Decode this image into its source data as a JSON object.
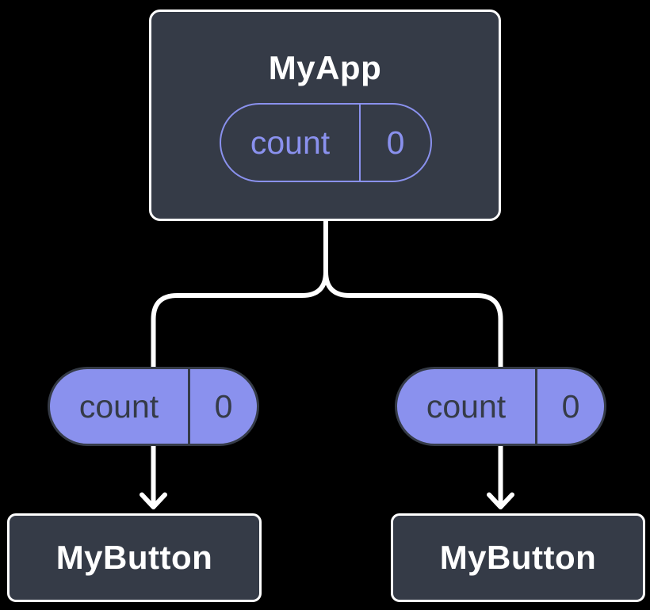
{
  "diagram": {
    "root": {
      "label": "MyApp",
      "state": {
        "name": "count",
        "value": "0"
      }
    },
    "children": [
      {
        "label": "MyButton",
        "state": {
          "name": "count",
          "value": "0"
        }
      },
      {
        "label": "MyButton",
        "state": {
          "name": "count",
          "value": "0"
        }
      }
    ],
    "colors": {
      "background": "#000000",
      "node_fill": "#353B47",
      "node_border": "#FFFFFF",
      "accent_purple": "#8A91EE",
      "connector": "#FFFFFF",
      "title_text": "#FFFFFF",
      "pill_dark_text": "#353B47"
    }
  }
}
